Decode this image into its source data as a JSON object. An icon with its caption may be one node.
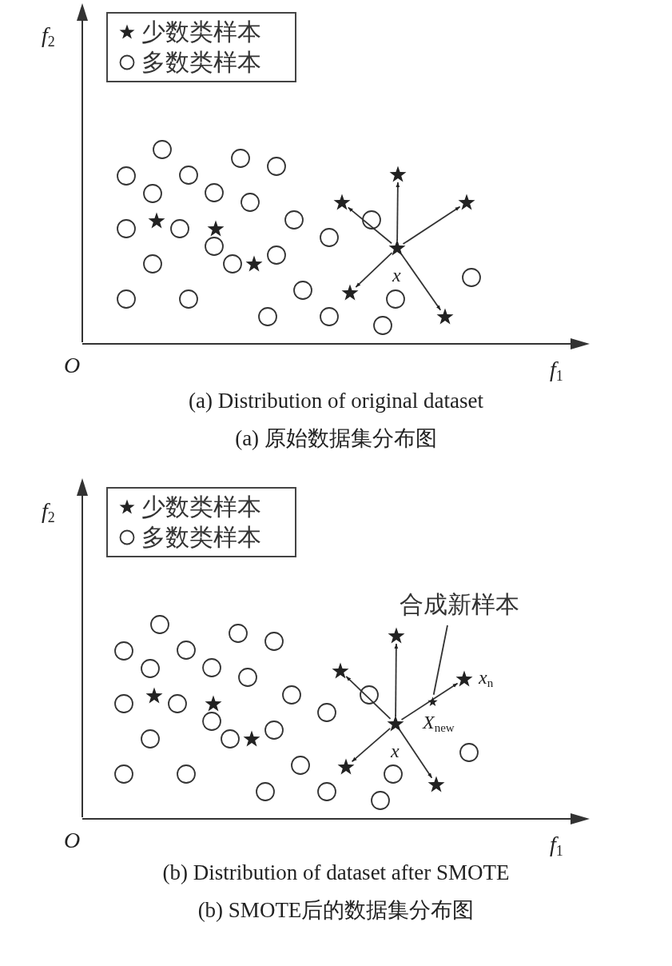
{
  "diagram": {
    "nodes": [
      {
        "text": [],
        "shape": "star",
        "beside": [
          "x"
        ]
      },
      {
        "text": [],
        "shape": "star"
      },
      {
        "text": [],
        "shape": "star"
      },
      {
        "text": [],
        "shape": "star"
      },
      {
        "text": [],
        "shape": "star"
      },
      {
        "text": [],
        "shape": "star"
      },
      {
        "text": [],
        "shape": "star",
        "beside": [
          "x"
        ]
      },
      {
        "text": [],
        "shape": "star"
      },
      {
        "text": [],
        "shape": "star"
      },
      {
        "text": [],
        "shape": "star",
        "beside": [
          "x$_{n}$"
        ]
      },
      {
        "text": [],
        "shape": "star"
      },
      {
        "text": [],
        "shape": "star"
      },
      {
        "text": [],
        "shape": "star",
        "beside": [
          "X$_{new}$"
        ]
      },
      {
        "text": [
          "合成新样本"
        ]
      },
      {
        "text": [],
        "shape": "star"
      },
      {
        "text": [],
        "shape": "star"
      },
      {
        "text": [],
        "shape": "star"
      },
      {
        "text": [],
        "shape": "star"
      },
      {
        "text": [],
        "shape": "star"
      },
      {
        "text": [],
        "shape": "star"
      }
    ],
    "edges": [
      {
        "from": 0,
        "to": 1,
        "arrow": "to"
      },
      {
        "from": 0,
        "to": 2,
        "arrow": "to"
      },
      {
        "from": 0,
        "to": 3,
        "arrow": "to"
      },
      {
        "from": 0,
        "to": 4,
        "arrow": "to"
      },
      {
        "from": 0,
        "to": 5,
        "arrow": "to"
      },
      {
        "from": 6,
        "to": 7,
        "arrow": "to"
      },
      {
        "from": 6,
        "to": 8,
        "arrow": "to"
      },
      {
        "from": 6,
        "to": 9,
        "arrow": "to"
      },
      {
        "from": 6,
        "to": 10,
        "arrow": "to"
      },
      {
        "from": 6,
        "to": 11,
        "arrow": "to"
      },
      {
        "from": 13,
        "to": 12,
        "arrow": "none"
      }
    ],
    "labels": [
      "f$_{2}$",
      "O",
      "f$_{1}$",
      "(a) Distribution of original dataset",
      "(a) 原始数据集分布图",
      "f$_{2}$",
      "O",
      "f$_{1}$",
      "(b) Distribution of dataset after SMOTE",
      "(b) SMOTE后的数据集分布图"
    ],
    "legend": [
      {
        "text": "少数类样本"
      },
      {
        "text": "多数类样本"
      },
      {
        "text": "少数类样本"
      },
      {
        "text": "多数类样本"
      }
    ]
  }
}
